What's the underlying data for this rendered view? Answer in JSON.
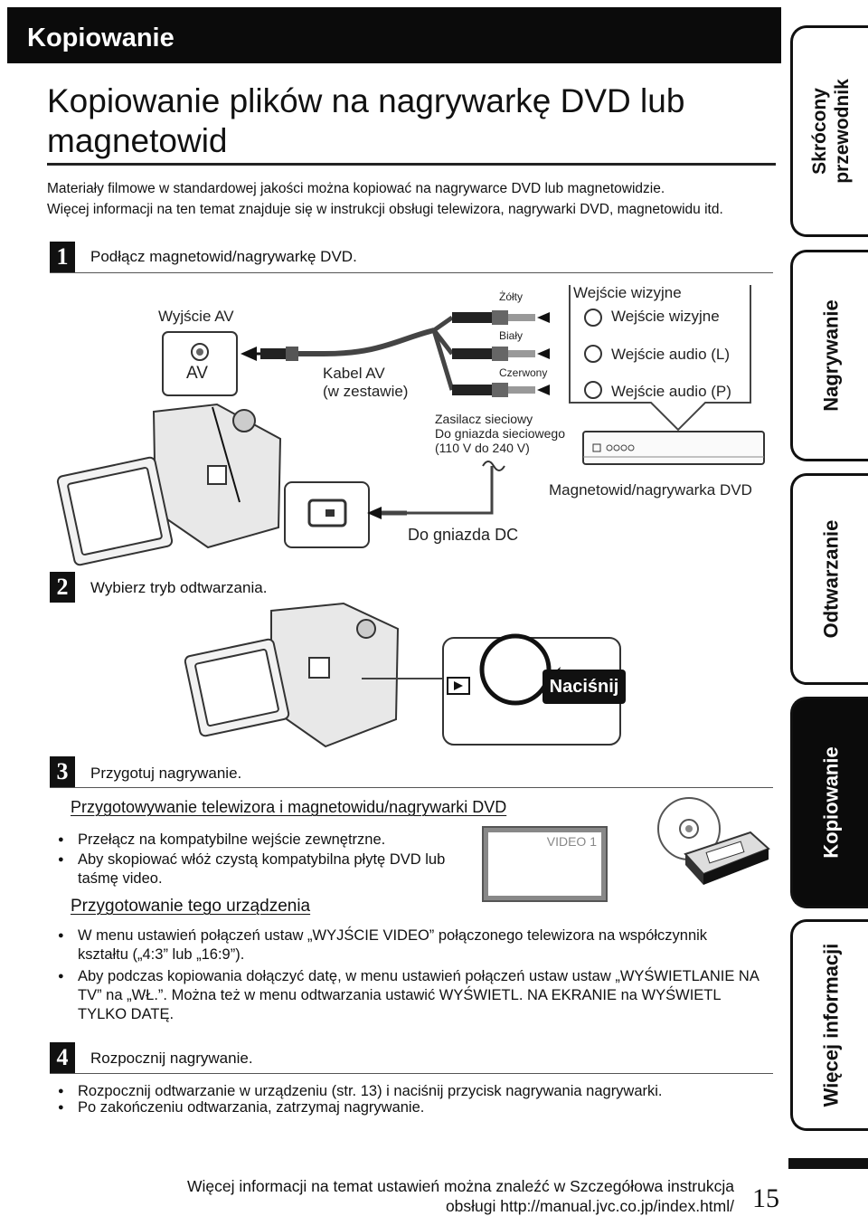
{
  "header": {
    "section": "Kopiowanie"
  },
  "title": "Kopiowanie plików na nagrywarkę DVD lub magnetowid",
  "intro": [
    "Materiały filmowe w standardowej jakości można kopiować na nagrywarce DVD lub magnetowidzie.",
    "Więcej informacji na ten temat znajduje się w instrukcji obsługi telewizora, nagrywarki DVD, magnetowidu itd."
  ],
  "steps": [
    {
      "num": "1",
      "text": "Podłącz magnetowid/nagrywarkę DVD."
    },
    {
      "num": "2",
      "text": "Wybierz tryb odtwarzania."
    },
    {
      "num": "3",
      "text": "Przygotuj nagrywanie."
    },
    {
      "num": "4",
      "text": "Rozpocznij nagrywanie."
    }
  ],
  "diagram": {
    "av_out": "Wyjście AV",
    "av": "AV",
    "cable": [
      "Kabel AV",
      "(w zestawie)"
    ],
    "yellow": "Żółty",
    "white": "Biały",
    "red": "Czerwony",
    "video_in_title": "Wejście wizyjne",
    "inputs": [
      "Wejście wizyjne",
      "Wejście audio (L)",
      "Wejście audio (P)"
    ],
    "adapter": [
      "Zasilacz sieciowy",
      "Do gniazda sieciowego",
      "(110 V do 240 V)"
    ],
    "recorder": "Magnetowid/nagrywarka DVD",
    "dc": "Do gniazda DC",
    "press": "Naciśnij",
    "video1": "VIDEO 1"
  },
  "step3": {
    "sub1": "Przygotowywanie telewizora i magnetowidu/nagrywarki DVD",
    "bullets1": [
      "Przełącz na kompatybilne wejście zewnętrzne.",
      "Aby skopiować włóż czystą kompatybilna płytę DVD lub taśmę video."
    ],
    "sub2": "Przygotowanie tego urządzenia",
    "bullets2": [
      "W menu ustawień połączeń ustaw „WYJŚCIE VIDEO” połączonego telewizora na współczynnik kształtu („4:3” lub „16:9”).",
      "Aby podczas kopiowania dołączyć datę, w menu ustawień połączeń ustaw ustaw „WYŚWIETLANIE NA TV” na „WŁ.”. Można też w menu odtwarzania ustawić WYŚWIETL. NA EKRANIE na WYŚWIETL TYLKO DATĘ."
    ]
  },
  "step4": {
    "bullets": [
      "Rozpocznij odtwarzanie w urządzeniu (str. 13) i naciśnij przycisk nagrywania nagrywarki.",
      "Po zakończeniu odtwarzania, zatrzymaj nagrywanie."
    ]
  },
  "sidebar": [
    {
      "label": "Skrócony przewodnik",
      "active": false
    },
    {
      "label": "Nagrywanie",
      "active": false
    },
    {
      "label": "Odtwarzanie",
      "active": false
    },
    {
      "label": "Kopiowanie",
      "active": true
    },
    {
      "label": "Więcej informacji",
      "active": false
    }
  ],
  "footer": {
    "line1": "Więcej informacji na temat ustawień można znaleźć w Szczegółowa instrukcja",
    "line2": "obsługi http://manual.jvc.co.jp/index.html/",
    "page": "15"
  }
}
